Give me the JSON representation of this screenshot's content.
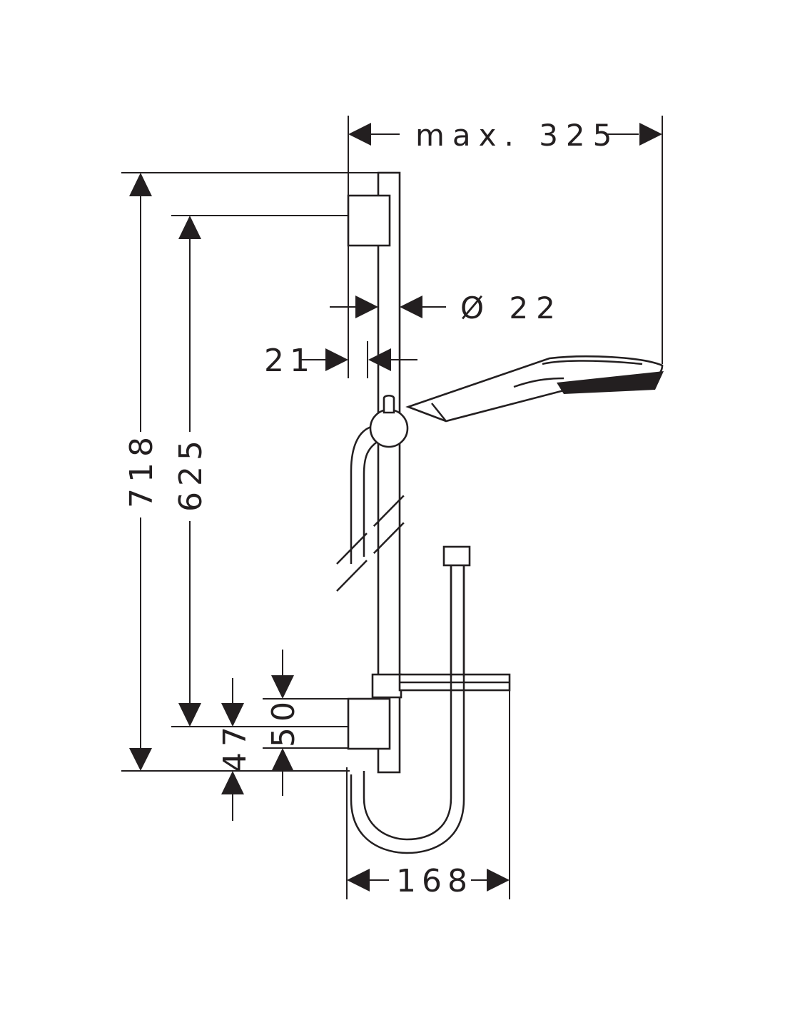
{
  "diagram": {
    "dimensions": {
      "max_reach": "max. 325",
      "rail_diameter": "Ø 22",
      "wall_offset": "21",
      "overall_height": "718",
      "fixing_distance": "625",
      "bottom_offset_a": "47",
      "bottom_offset_b": "50",
      "hose_width": "168"
    },
    "colors": {
      "line": "#231f20",
      "background": "#ffffff"
    }
  }
}
